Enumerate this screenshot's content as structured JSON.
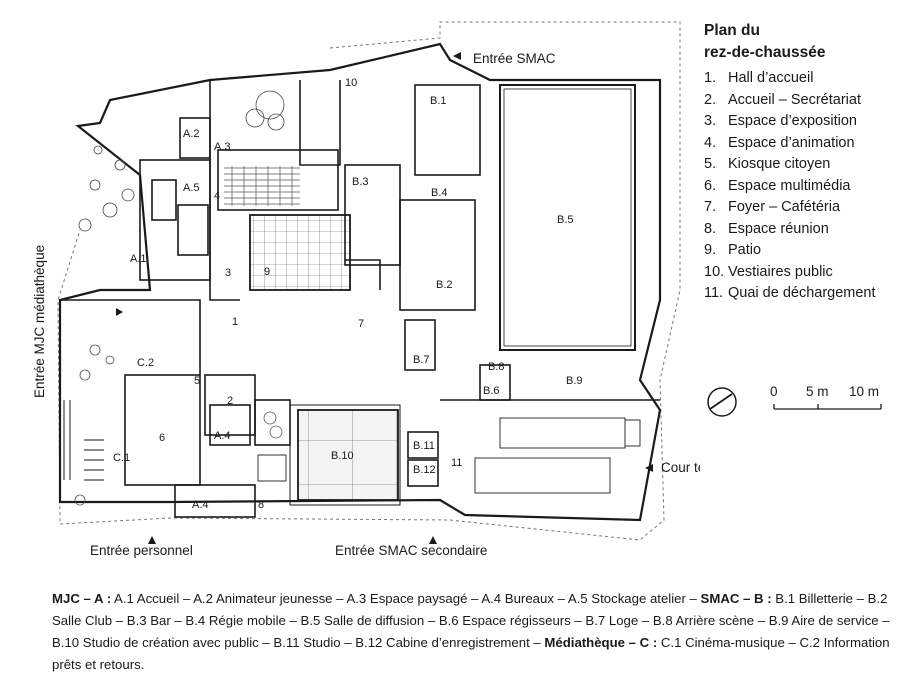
{
  "legend": {
    "title_line1": "Plan du",
    "title_line2": "rez-de-chaussée",
    "items": [
      {
        "num": "1.",
        "text": "Hall d’accueil"
      },
      {
        "num": "2.",
        "text": "Accueil – Secrétariat"
      },
      {
        "num": "3.",
        "text": "Espace d’exposition"
      },
      {
        "num": "4.",
        "text": "Espace d’animation"
      },
      {
        "num": "5.",
        "text": "Kiosque citoyen"
      },
      {
        "num": "6.",
        "text": "Espace multimédia"
      },
      {
        "num": "7.",
        "text": "Foyer – Cafétéria"
      },
      {
        "num": "8.",
        "text": "Espace réunion"
      },
      {
        "num": "9.",
        "text": "Patio"
      },
      {
        "num": "10.",
        "text": "Vestiaires public"
      },
      {
        "num": "11.",
        "text": "Quai de déchargement"
      }
    ]
  },
  "scale": {
    "zero": "0",
    "mid": "5 m",
    "max": "10 m"
  },
  "entrances": {
    "smac": "Entrée SMAC",
    "mjc_mediatheque": "Entrée MJC médiathèque",
    "personnel": "Entrée personnel",
    "smac_secondaire": "Entrée SMAC secondaire",
    "cour_technique": "Cour technique"
  },
  "rooms": {
    "a1": "A.1",
    "a2": "A.2",
    "a3": "A.3",
    "a4_upper": "A.4",
    "a4_lower": "A.4",
    "a5": "A.5",
    "b1": "B.1",
    "b2": "B.2",
    "b3": "B.3",
    "b4": "B.4",
    "b5": "B.5",
    "b6": "B.6",
    "b7": "B.7",
    "b8": "B.8",
    "b9": "B.9",
    "b10": "B.10",
    "b11": "B.11",
    "b12": "B.12",
    "c1": "C.1",
    "c2": "C.2",
    "r1": "1",
    "r2": "2",
    "r3": "3",
    "r4": "4",
    "r5": "5",
    "r6": "6",
    "r7": "7",
    "r8": "8",
    "r9": "9",
    "r10": "10",
    "r11": "11"
  },
  "caption": {
    "mjc_head": "MJC – A :",
    "mjc_text": " A.1 Accueil – A.2 Animateur jeunesse – A.3 Espace paysagé – A.4 Bureaux – A.5 Stockage atelier – ",
    "smac_head": "SMAC – B :",
    "smac_text": " B.1 Billetterie – B.2 Salle Club – B.3 Bar – B.4 Régie mobile – B.5 Salle de diffusion – B.6 Espace régisseurs – B.7 Loge – B.8 Arrière scène – B.9 Aire de service – B.10 Studio de création avec public – B.11 Studio – B.12 Cabine d’enregistrement – ",
    "media_head": "Médiathèque – C :",
    "media_text": " C.1 Cinéma-musique – C.2 Information prêts et retours."
  }
}
